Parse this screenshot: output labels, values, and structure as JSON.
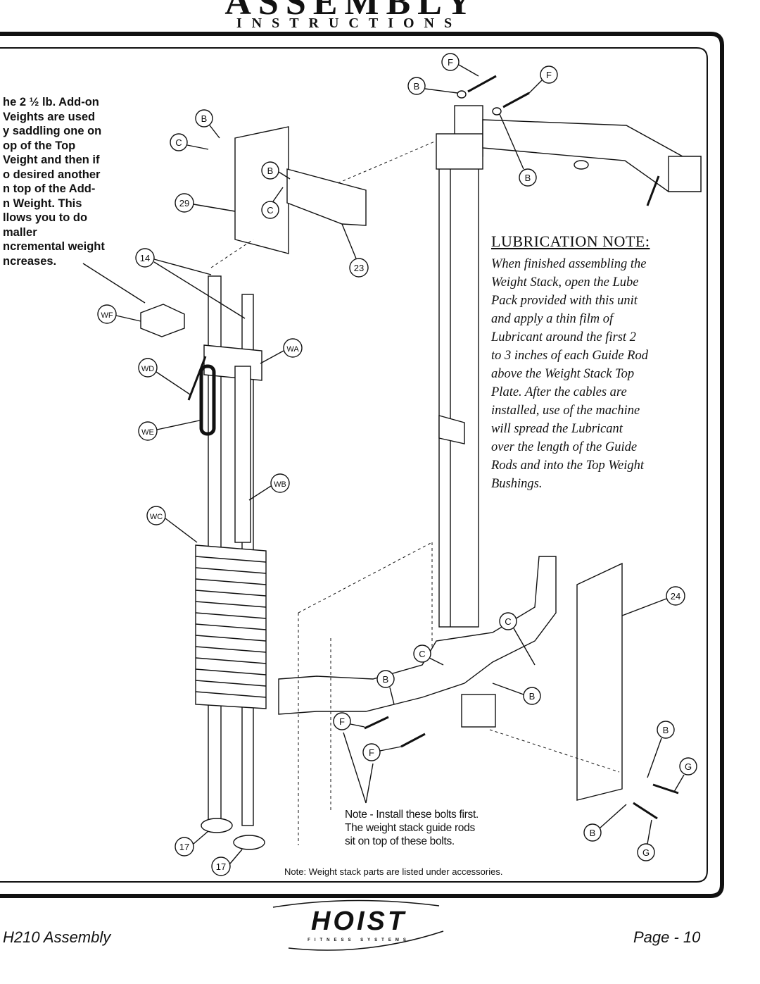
{
  "header": {
    "title": "ASSEMBLY",
    "subtitle": "INSTRUCTIONS"
  },
  "side_note": {
    "lines": [
      "he 2 ½ lb. Add-on",
      "Veights are used",
      "y saddling one on",
      "op of the Top",
      "Veight and then if",
      "o desired another",
      "n top of the Add-",
      "n Weight. This",
      "llows you to do",
      "maller",
      "ncremental weight",
      "ncreases."
    ]
  },
  "lubrication": {
    "heading": "LUBRICATION NOTE:",
    "lines": [
      "When finished assembling the",
      "Weight Stack, open the Lube",
      "Pack provided with this unit",
      "and apply a thin film of",
      "Lubricant around the first 2",
      "to 3 inches of each Guide Rod",
      "above the Weight Stack Top",
      "Plate. After the cables are",
      "installed, use of the machine",
      "will spread the Lubricant",
      "over the length of the Guide",
      "Rods and into the Top Weight",
      "Bushings."
    ]
  },
  "bolts_note": {
    "lines": [
      "Note - Install these bolts first.",
      "The weight stack guide rods",
      "sit on top of these bolts."
    ]
  },
  "weight_note": "Note: Weight stack parts are listed under accessories.",
  "callouts": {
    "F": "F",
    "B": "B",
    "C": "C",
    "G": "G",
    "n29": "29",
    "n14": "14",
    "n23": "23",
    "n24": "24",
    "n17": "17",
    "WF": "WF",
    "WA": "WA",
    "WD": "WD",
    "WE": "WE",
    "WB": "WB",
    "WC": "WC"
  },
  "footer": {
    "left": "H210 Assembly",
    "right": "Page - 10",
    "logo": "HOIST",
    "logo_tag": "FITNESS SYSTEMS"
  }
}
